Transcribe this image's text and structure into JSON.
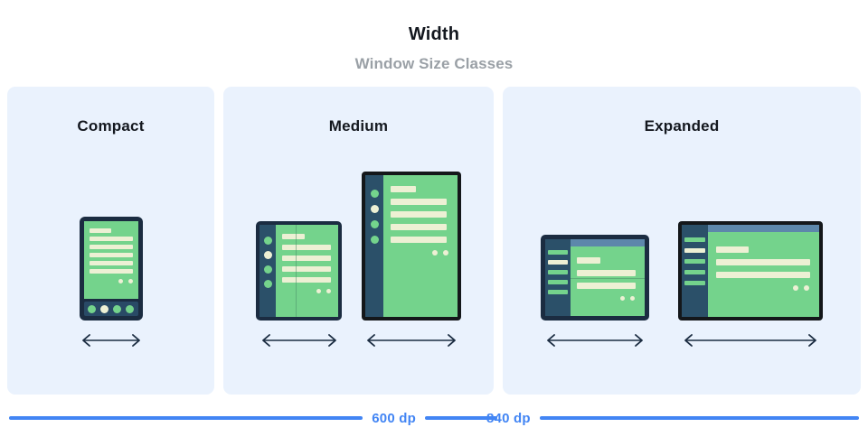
{
  "header": {
    "title": "Width",
    "subtitle": "Window Size Classes"
  },
  "colors": {
    "panel_bg": "#eaf2fd",
    "page_bg": "#ffffff",
    "accent_blue": "#4285f4",
    "device_frame_navy": "#1b2c41",
    "device_frame_black": "#14171a",
    "device_rail": "#2b5069",
    "device_screen_green": "#74d38c",
    "device_content_cream": "#edf0d4",
    "device_topbar_blue": "#5d87ab",
    "title_text": "#14181f",
    "subtitle_text": "#9aa0a6"
  },
  "panels": [
    {
      "key": "compact",
      "title": "Compact",
      "devices": [
        {
          "key": "phone",
          "type": "phone-portrait",
          "arrow_label": "width-arrow"
        }
      ]
    },
    {
      "key": "medium",
      "title": "Medium",
      "devices": [
        {
          "key": "foldable-portrait",
          "type": "foldable-portrait",
          "arrow_label": "width-arrow"
        },
        {
          "key": "tablet-portrait",
          "type": "tablet-portrait",
          "arrow_label": "width-arrow"
        }
      ]
    },
    {
      "key": "expanded",
      "title": "Expanded",
      "devices": [
        {
          "key": "foldable-landscape",
          "type": "foldable-landscape",
          "arrow_label": "width-arrow"
        },
        {
          "key": "tablet-landscape",
          "type": "tablet-landscape",
          "arrow_label": "width-arrow"
        }
      ]
    }
  ],
  "breakpoints": [
    {
      "key": "bp600",
      "label": "600 dp"
    },
    {
      "key": "bp840",
      "label": "840 dp"
    }
  ]
}
